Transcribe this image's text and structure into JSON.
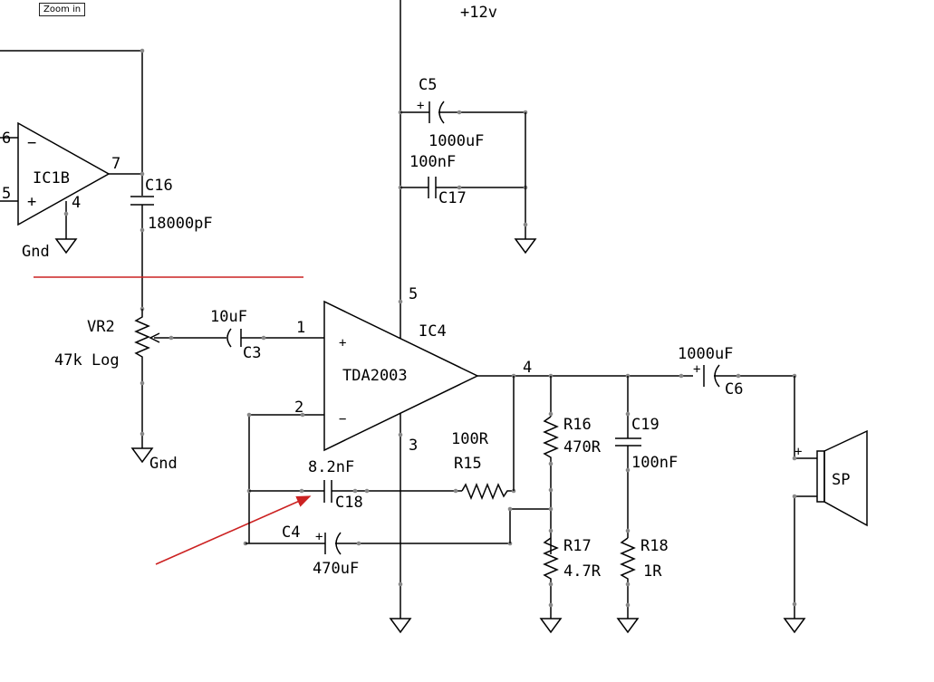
{
  "toolbar": {
    "zoom_in_label": "Zoom in"
  },
  "supply": {
    "label": "+12v"
  },
  "ic1b": {
    "name": "IC1B",
    "pin_inverting": "6",
    "pin_noninverting": "5",
    "pin_output": "7",
    "pin_ground": "4",
    "minus": "−",
    "plus": "+"
  },
  "ic4": {
    "ref": "IC4",
    "part": "TDA2003",
    "pin1": "1",
    "pin2": "2",
    "pin3": "3",
    "pin4": "4",
    "pin5": "5",
    "plus": "+",
    "minus": "−"
  },
  "grounds": {
    "gnd_top": "Gnd",
    "gnd_vr2": "Gnd"
  },
  "components": {
    "c16_ref": "C16",
    "c16_val": "18000pF",
    "vr2_ref": "VR2",
    "vr2_val": "47k Log",
    "c3_ref": "C3",
    "c3_val": "10uF",
    "c5_ref": "C5",
    "c5_val": "1000uF",
    "c17_ref": "C17",
    "c17_val": "100nF",
    "r15_ref": "R15",
    "r15_val": "100R",
    "c18_ref": "C18",
    "c18_val": "8.2nF",
    "c4_ref": "C4",
    "c4_val": "470uF",
    "r16_ref": "R16",
    "r16_val": "470R",
    "r17_ref": "R17",
    "r17_val": "4.7R",
    "c19_ref": "C19",
    "c19_val": "100nF",
    "r18_ref": "R18",
    "r18_val": "1R",
    "c6_ref": "C6",
    "c6_val": "1000uF",
    "speaker_ref": "SP",
    "speaker_plus": "+"
  },
  "colors": {
    "wire": "#000000",
    "annotation": "#cc2222",
    "pin_dot": "#888888"
  }
}
